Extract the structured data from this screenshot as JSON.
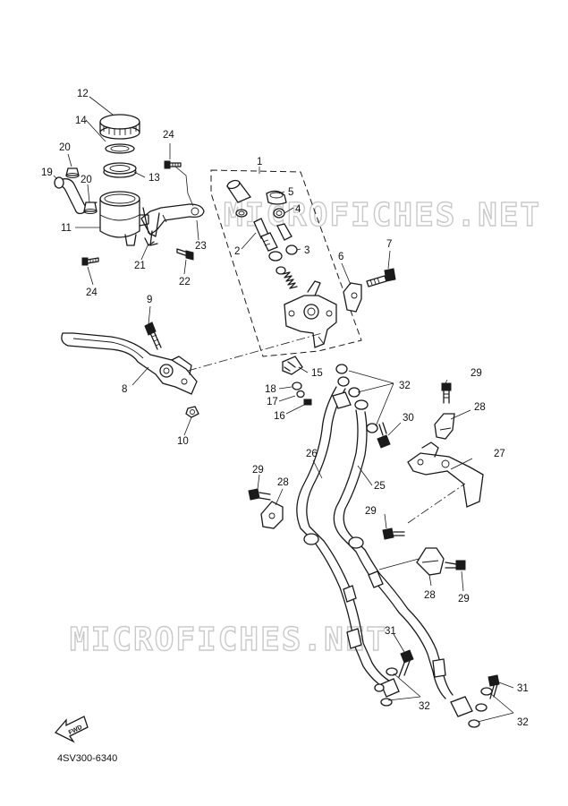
{
  "watermark": {
    "text": "MICROFICHES.NET"
  },
  "diagram_code": "4SV300-6340",
  "fwd_label": "FWD",
  "callouts": [
    "1",
    "2",
    "3",
    "4",
    "5",
    "6",
    "7",
    "8",
    "9",
    "10",
    "11",
    "12",
    "13",
    "14",
    "15",
    "16",
    "17",
    "18",
    "19",
    "20",
    "20",
    "21",
    "22",
    "23",
    "24",
    "24",
    "25",
    "26",
    "27",
    "28",
    "28",
    "28",
    "29",
    "29",
    "29",
    "29",
    "30",
    "31",
    "31",
    "32",
    "32",
    "32"
  ]
}
